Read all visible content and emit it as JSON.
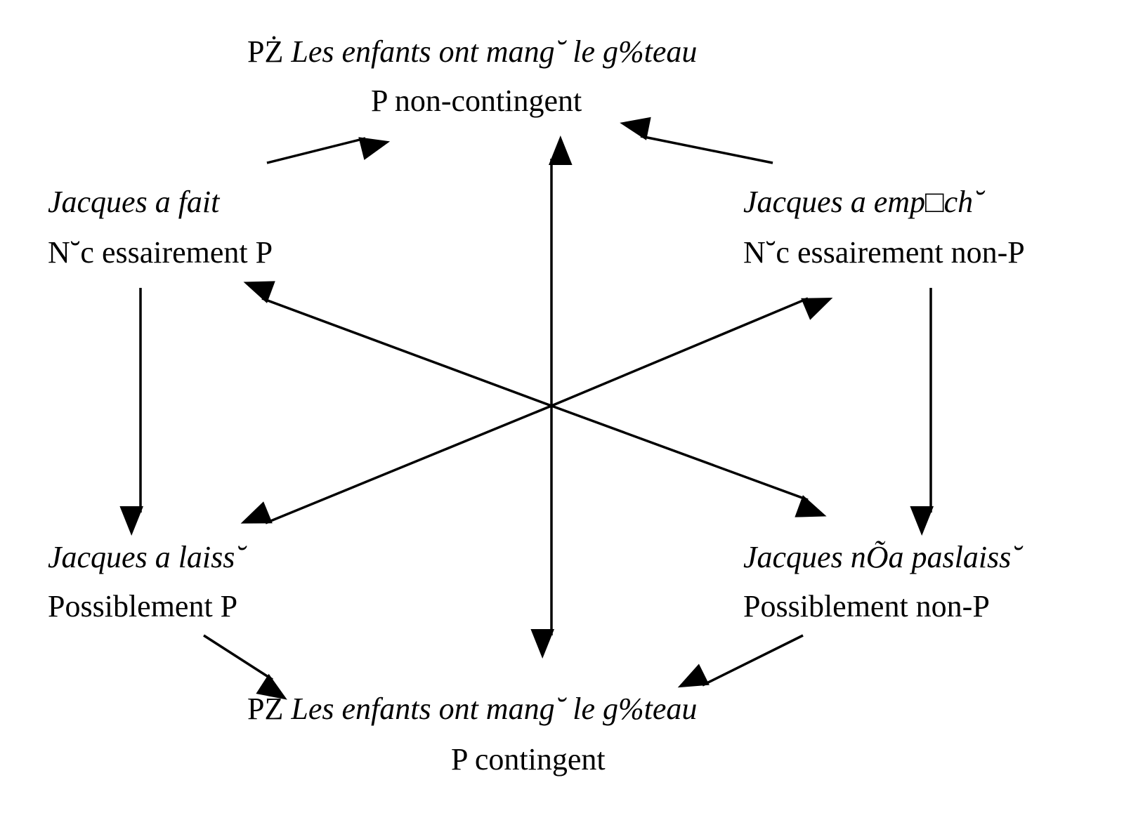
{
  "top": {
    "prefix": "PŻ",
    "sentence": "Les enfants ont mang˘ le g%teau",
    "label": "P non-contingent"
  },
  "left_top": {
    "sentence": "Jacques a fait",
    "label": "N˘c essairement P"
  },
  "right_top": {
    "sentence": "Jacques a emp□ch˘",
    "label": "N˘c essairement non-P"
  },
  "left_bottom": {
    "sentence": "Jacques a laiss˘",
    "label": "Possiblement P"
  },
  "right_bottom": {
    "sentence": "Jacques nÕa paslaiss˘",
    "label": "Possiblement non-P"
  },
  "bottom": {
    "prefix": "PŻ",
    "sentence": "Les enfants ont mang˘ le g%teau",
    "label": "P contingent"
  },
  "colors": {
    "ink": "#000000",
    "background": "#ffffff"
  }
}
